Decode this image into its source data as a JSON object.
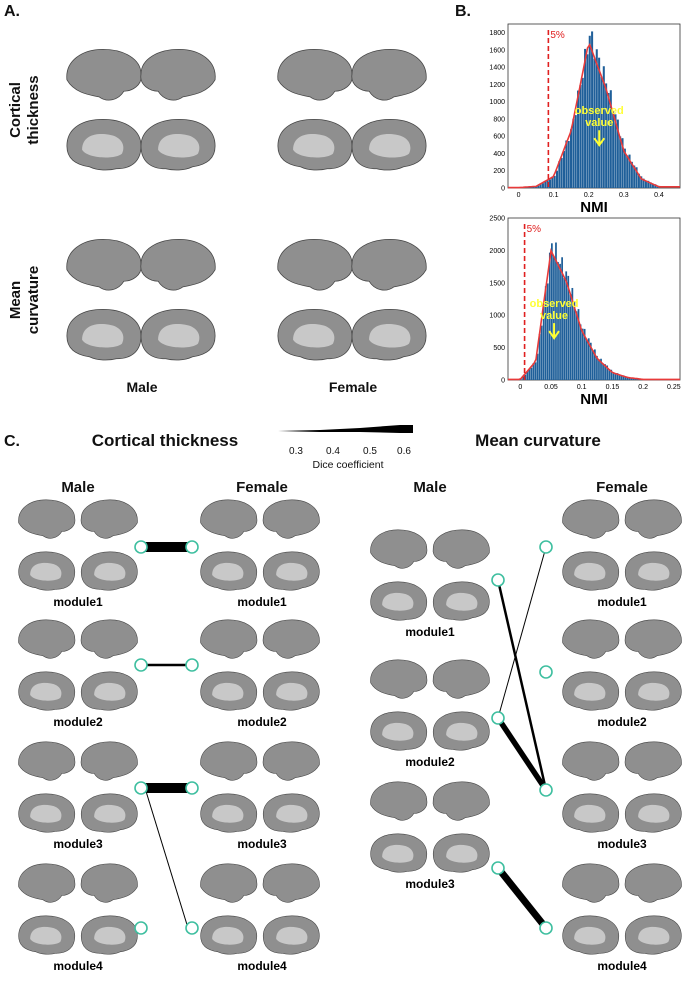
{
  "panel_a": {
    "label": "A.",
    "row1_title": [
      "Cortical",
      "thickness"
    ],
    "row2_title": [
      "Mean",
      "curvature"
    ],
    "col_male": "Male",
    "col_female": "Female"
  },
  "panel_b": {
    "label": "B.",
    "observed_label": [
      "observed",
      "value"
    ],
    "pct_label": "5%"
  },
  "panel_c": {
    "label": "C.",
    "title_ct": "Cortical thickness",
    "title_mc": "Mean curvature",
    "legend": {
      "ticks": [
        "0.3",
        "0.4",
        "0.5",
        "0.6"
      ],
      "caption": "Dice coefficient"
    },
    "ct": {
      "male_header": "Male",
      "female_header": "Female",
      "male_modules": [
        "module1",
        "module2",
        "module3",
        "module4"
      ],
      "female_modules": [
        "module1",
        "module2",
        "module3",
        "module4"
      ]
    },
    "mc": {
      "male_header": "Male",
      "female_header": "Female",
      "male_modules": [
        "module1",
        "module2",
        "module3"
      ],
      "female_modules": [
        "module1",
        "module2",
        "module3",
        "module4"
      ]
    }
  },
  "colors": {
    "brain_base": "#8f8f8f",
    "medial_wall": "#c8c8c8",
    "ct_male": [
      "#5b2c8c",
      "#f0b090",
      "#8b3a8f",
      "#d9536e"
    ],
    "ct_female": [
      "#3cc83c",
      "#e5601e",
      "#7a4ee8",
      "#d8467a"
    ],
    "mc_male": [
      "#2f7a32",
      "#b456a8",
      "#a997dd"
    ],
    "mc_female": [
      "#f0c830",
      "#56e044",
      "#2e85c8",
      "#c8334a"
    ],
    "hist_bar": "#1f5f99",
    "hist_fit": "#e83a3a",
    "observed": "#ffff33",
    "node": "#3fbfa0"
  },
  "chart_data": [
    {
      "type": "bar",
      "xlabel": "NMI",
      "ylabel": "",
      "x": [
        0.0,
        0.05,
        0.1,
        0.15,
        0.2,
        0.25,
        0.3,
        0.35,
        0.4
      ],
      "values": [
        5,
        20,
        140,
        700,
        1780,
        1200,
        450,
        110,
        15
      ],
      "ylim": [
        0,
        1900
      ],
      "xlim": [
        -0.03,
        0.46
      ],
      "xticks": [
        "0",
        "0.1",
        "0.2",
        "0.3",
        "0.4"
      ],
      "yticks": [
        "0",
        "200",
        "400",
        "600",
        "800",
        "1000",
        "1200",
        "1400",
        "1600",
        "1800"
      ],
      "percentile_5": 0.085,
      "observed": 0.23,
      "grid": false
    },
    {
      "type": "bar",
      "xlabel": "NMI",
      "ylabel": "",
      "x": [
        0.0,
        0.025,
        0.05,
        0.075,
        0.1,
        0.125,
        0.15,
        0.175,
        0.2
      ],
      "values": [
        10,
        300,
        2100,
        1600,
        800,
        350,
        120,
        40,
        10
      ],
      "ylim": [
        0,
        2500
      ],
      "xlim": [
        -0.02,
        0.26
      ],
      "xticks": [
        "0",
        "0.05",
        "0.1",
        "0.15",
        "0.2",
        "0.25"
      ],
      "yticks": [
        "0",
        "500",
        "1000",
        "1500",
        "2000",
        "2500"
      ],
      "percentile_5": 0.007,
      "observed": 0.055,
      "grid": false
    }
  ],
  "network": {
    "ct_links": [
      {
        "male": "module1",
        "female": "module1",
        "dice": 0.6
      },
      {
        "male": "module2",
        "female": "module2",
        "dice": 0.35
      },
      {
        "male": "module3",
        "female": "module3",
        "dice": 0.6
      },
      {
        "male": "module3",
        "female": "module4",
        "dice": 0.3
      }
    ],
    "mc_links": [
      {
        "male": "module1",
        "female": "module3",
        "dice": 0.35
      },
      {
        "male": "module2",
        "female": "module1",
        "dice": 0.3
      },
      {
        "male": "module2",
        "female": "module3",
        "dice": 0.45
      },
      {
        "male": "module3",
        "female": "module4",
        "dice": 0.5
      }
    ]
  }
}
